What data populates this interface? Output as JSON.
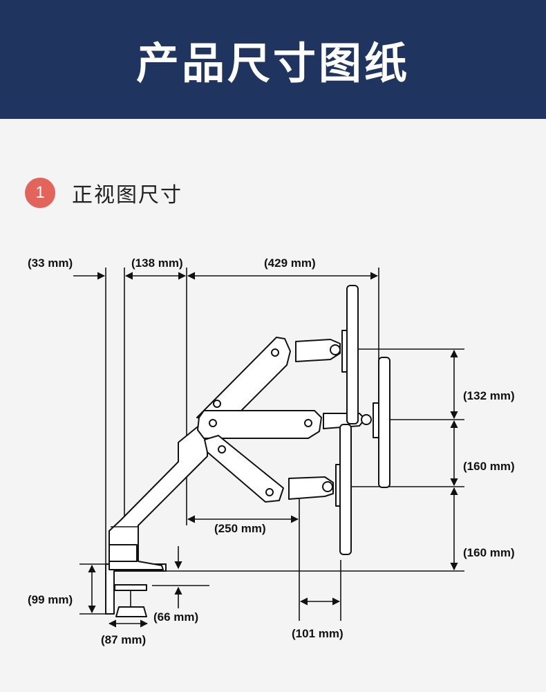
{
  "banner": {
    "title": "产品尺寸图纸"
  },
  "section": {
    "number": "1",
    "title": "正视图尺寸"
  },
  "dimensions": {
    "d33": "(33 mm)",
    "d138": "(138 mm)",
    "d429": "(429 mm)",
    "d132": "(132 mm)",
    "d160a": "(160 mm)",
    "d160b": "(160 mm)",
    "d250": "(250 mm)",
    "d99": "(99 mm)",
    "d66": "(66 mm)",
    "d87": "(87 mm)",
    "d101": "(101 mm)"
  },
  "colors": {
    "banner": "#1f3560",
    "badge": "#e2645a",
    "background": "#f4f4f4"
  }
}
